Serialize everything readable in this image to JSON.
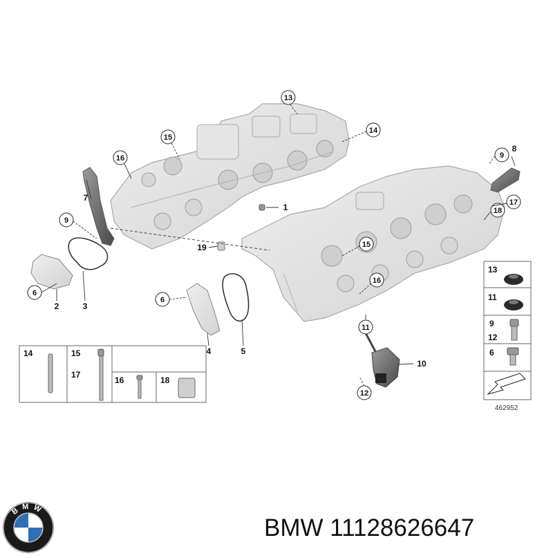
{
  "diagram": {
    "callouts": {
      "c13": "13",
      "c14": "14",
      "c15a": "15",
      "c16a": "16",
      "c9a": "9",
      "c8": "8",
      "c17": "17",
      "c18": "18",
      "c7": "7",
      "c9b": "9",
      "c1": "1",
      "c19": "19",
      "c15b": "15",
      "c16b": "16",
      "c6a": "6",
      "c2": "2",
      "c3": "3",
      "c6b": "6",
      "c4": "4",
      "c5": "5",
      "c11": "11",
      "c10": "10",
      "c12": "12"
    },
    "fastener_table": {
      "cells": [
        "14",
        "15",
        "17",
        "16",
        "18"
      ]
    },
    "side_legend": {
      "rows": [
        "13",
        "11",
        "9",
        "12",
        "6"
      ]
    },
    "drawing_id": "462952"
  },
  "caption": "BMW 11128626647",
  "logo_letters": "BMW",
  "colors": {
    "logo_blue": "#2f6fb6",
    "part_gray": "#dcdcdc",
    "outline": "#9a9a9a"
  }
}
